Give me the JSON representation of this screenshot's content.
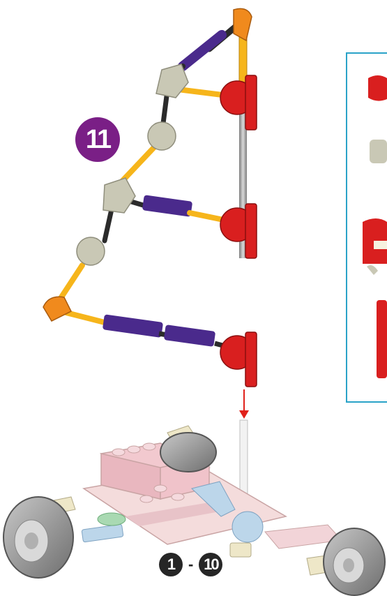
{
  "step": {
    "number": "11"
  },
  "previous_steps": {
    "from": "1",
    "separator": "-",
    "to": "10"
  },
  "colors": {
    "step_badge": "#7a1f86",
    "inset_border": "#2aa3c8",
    "connector_red": "#d91f1f",
    "connector_gray": "#c9c8b5",
    "connector_orange": "#f08a1d",
    "rod_yellow": "#f6b51b",
    "rod_purple": "#4a2a8c",
    "rod_gray": "#a6a6a6",
    "arrow_red": "#e0201a"
  }
}
